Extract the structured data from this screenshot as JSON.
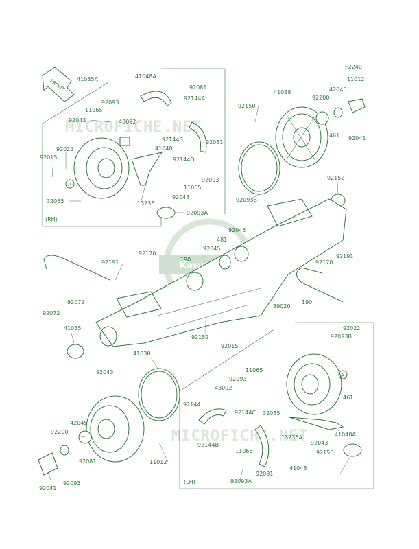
{
  "figure_code": "F2240",
  "front_arrow_label": "FRONT",
  "watermark": {
    "text": "MICROFICHE.NET",
    "logo_text": "Kawasaki"
  },
  "side_labels": {
    "rh": "(RH)",
    "lh": "(LH)"
  },
  "ref_label": "A",
  "parts": [
    "41035A",
    "41048A",
    "92081",
    "92093",
    "11065",
    "92043",
    "43092",
    "92144A",
    "92144B",
    "92081",
    "41048",
    "92144D",
    "92015",
    "92022",
    "32085",
    "13236",
    "11065",
    "92093",
    "92043",
    "92093A",
    "92150",
    "41038",
    "92200",
    "42045",
    "11012",
    "461",
    "92041",
    "92093B",
    "92152",
    "92045",
    "481",
    "92045",
    "190",
    "92170",
    "92191",
    "92072",
    "92072",
    "92191",
    "92170",
    "190",
    "39020",
    "92152",
    "41035",
    "92015",
    "92022",
    "92093B",
    "41038",
    "92043",
    "11065",
    "92093",
    "43092",
    "32085",
    "461",
    "42045",
    "92200",
    "92081",
    "92144",
    "92144C",
    "13236A",
    "41048A",
    "92144B",
    "11065",
    "92043",
    "92150",
    "11012",
    "92041",
    "92093",
    "41048",
    "92081",
    "92093A"
  ]
}
